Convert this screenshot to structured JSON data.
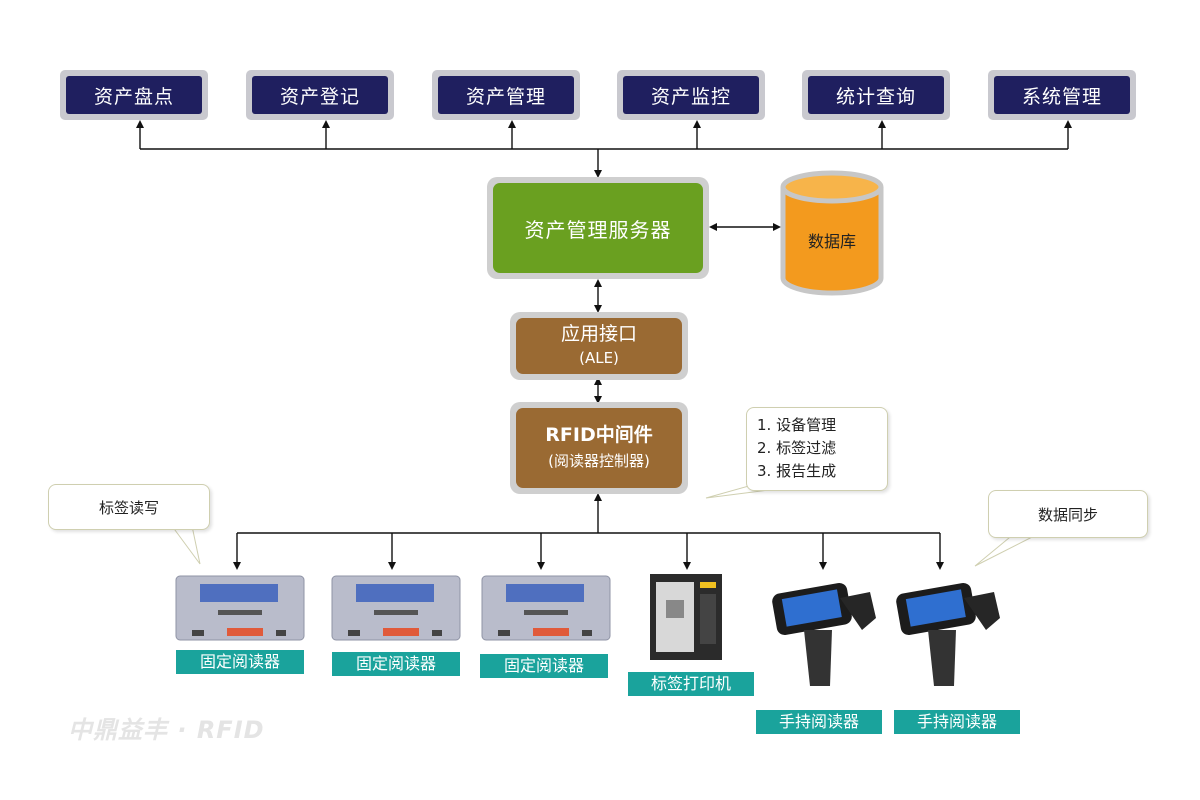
{
  "modules": [
    {
      "label": "资产盘点"
    },
    {
      "label": "资产登记"
    },
    {
      "label": "资产管理"
    },
    {
      "label": "资产监控"
    },
    {
      "label": "统计查询"
    },
    {
      "label": "系统管理"
    }
  ],
  "server": {
    "label": "资产管理服务器"
  },
  "database": {
    "label": "数据库"
  },
  "ale": {
    "label": "应用接口",
    "sub": "(ALE)"
  },
  "middleware": {
    "label": "RFID中间件",
    "sub": "(阅读器控制器)"
  },
  "middleware_callout": {
    "items": [
      "1. 设备管理",
      "2. 标签过滤",
      "3. 报告生成"
    ]
  },
  "callouts": {
    "read_write": "标签读写",
    "sync": "数据同步"
  },
  "devices": [
    {
      "label": "固定阅读器"
    },
    {
      "label": "固定阅读器"
    },
    {
      "label": "固定阅读器"
    },
    {
      "label": "标签打印机"
    },
    {
      "label": "手持阅读器"
    },
    {
      "label": "手持阅读器"
    }
  ],
  "watermark": "中鼎益丰 · RFID",
  "colors": {
    "module_fill": "#1f1f5f",
    "server_fill": "#6aa020",
    "interface_fill": "#9a6a33",
    "database_fill": "#f39a1e",
    "device_label_fill": "#1aa39c"
  }
}
